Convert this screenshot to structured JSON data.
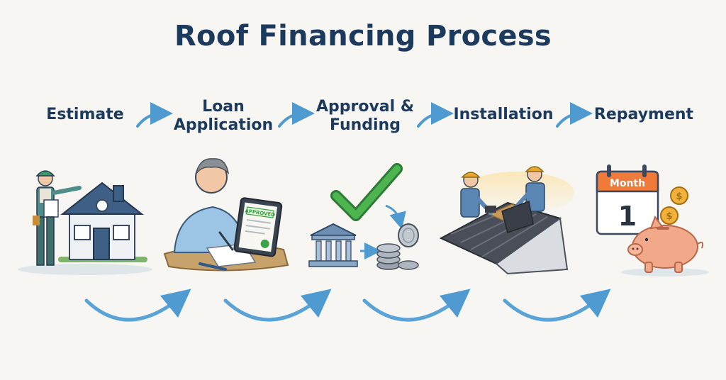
{
  "title": "Roof Financing Process",
  "steps": [
    {
      "lines": [
        "Estimate"
      ],
      "icon": "house-contractor-icon"
    },
    {
      "lines": [
        "Loan",
        "Application"
      ],
      "icon": "man-signing-application-icon"
    },
    {
      "lines": [
        "Approval &",
        "Funding"
      ],
      "icon": "checkmark-bank-coins-icon"
    },
    {
      "lines": [
        "Installation"
      ],
      "icon": "roofers-installing-icon"
    },
    {
      "lines": [
        "Repayment"
      ],
      "icon": "calendar-piggy-bank-icon"
    }
  ],
  "approved_stamp": "APPROVED",
  "calendar": {
    "month": "Month",
    "day": "1"
  },
  "colors": {
    "title": "#1c3a5e",
    "arrow": "#4f9bd1",
    "check": "#3aa345",
    "roof": "#4a4e58",
    "piggy": "#f2a98a"
  }
}
